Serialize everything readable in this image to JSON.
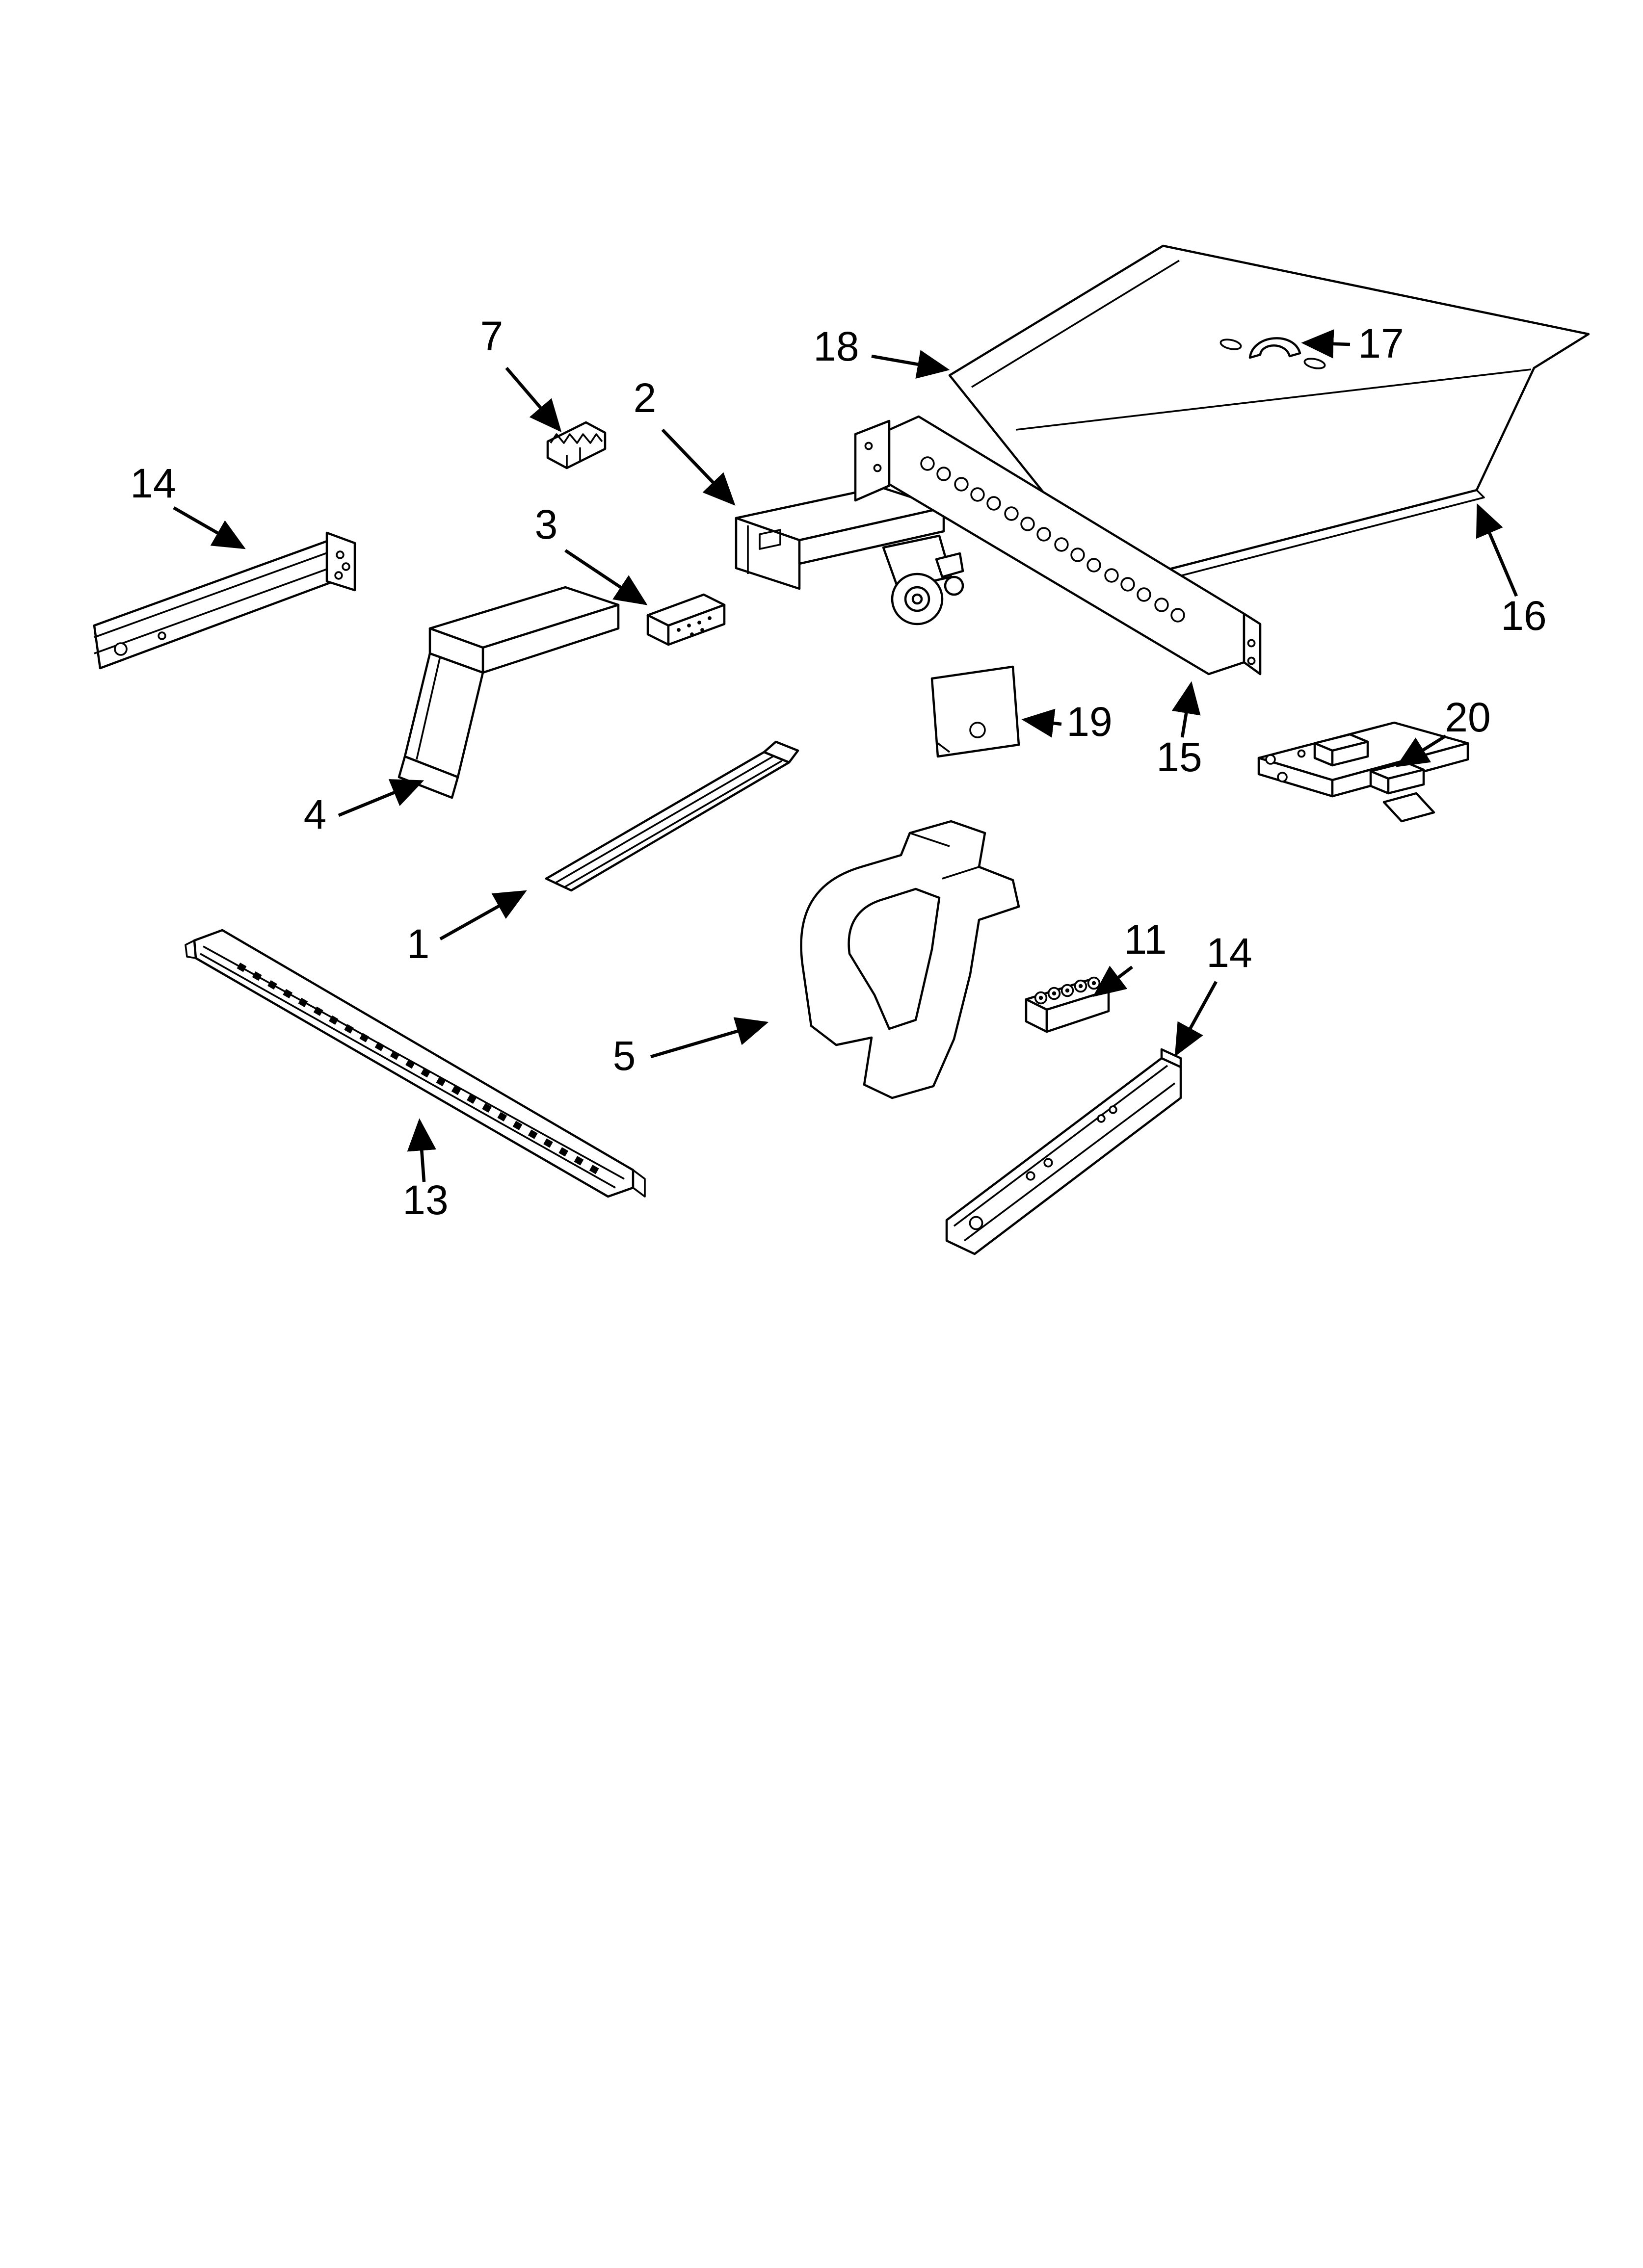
{
  "diagram": {
    "background_color": "#ffffff",
    "line_color": "#000000",
    "callouts": {
      "c1": {
        "label": "1"
      },
      "c2": {
        "label": "2"
      },
      "c3": {
        "label": "3"
      },
      "c4": {
        "label": "4"
      },
      "c5": {
        "label": "5"
      },
      "c7": {
        "label": "7"
      },
      "c11": {
        "label": "11"
      },
      "c13": {
        "label": "13"
      },
      "c14a": {
        "label": "14"
      },
      "c14b": {
        "label": "14"
      },
      "c15": {
        "label": "15"
      },
      "c16": {
        "label": "16"
      },
      "c17": {
        "label": "17"
      },
      "c18": {
        "label": "18"
      },
      "c19": {
        "label": "19"
      },
      "c20": {
        "label": "20"
      }
    }
  }
}
